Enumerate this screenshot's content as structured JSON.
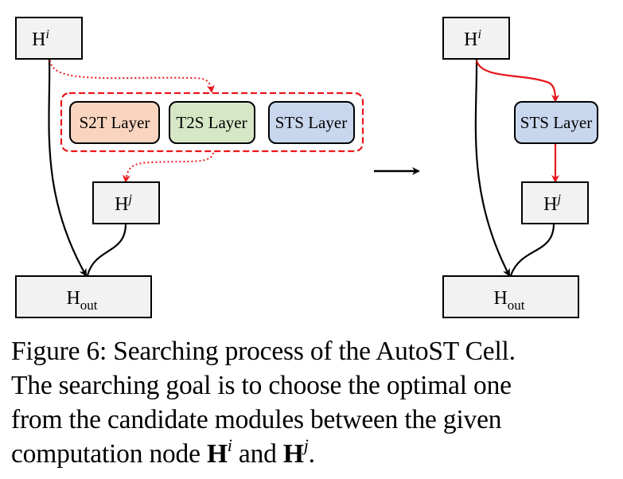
{
  "left_panel": {
    "input_node": {
      "base": "H",
      "sup": "i"
    },
    "intermediate_node": {
      "base": "H",
      "sup": "j"
    },
    "output_node": {
      "base": "H",
      "sub": "out"
    },
    "candidate_layers": [
      {
        "label": "S2T Layer",
        "fill": "#f9d5c0"
      },
      {
        "label": "T2S Layer",
        "fill": "#d6e7c6"
      },
      {
        "label": "STS Layer",
        "fill": "#c8d6ee"
      }
    ]
  },
  "right_panel": {
    "input_node": {
      "base": "H",
      "sup": "i"
    },
    "selected_layer": {
      "label": "STS Layer",
      "fill": "#c8d6ee"
    },
    "intermediate_node": {
      "base": "H",
      "sup": "j"
    },
    "output_node": {
      "base": "H",
      "sub": "out"
    }
  },
  "colors": {
    "node_fill": "#f2f2f2",
    "search_highlight": "#e8171b",
    "edge": "#000000"
  },
  "caption": {
    "line1": "Figure 6: Searching process of the AutoST Cell.",
    "line2": "The searching goal is to choose the optimal one",
    "line3": "from the candidate modules between the given",
    "line4_prefix": "computation node ",
    "node_a_base": "H",
    "node_a_sup": "i",
    "conjunction": " and ",
    "node_b_base": "H",
    "node_b_sup": "j",
    "end": "."
  }
}
